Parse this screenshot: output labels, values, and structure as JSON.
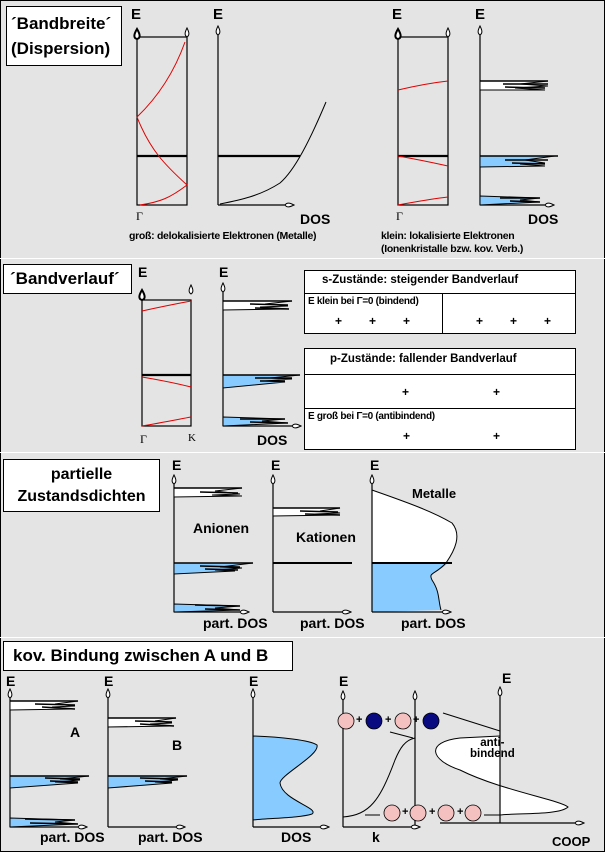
{
  "sections": {
    "bandbreite": {
      "title_line1": "´Bandbreite´",
      "title_line2": "(Dispersion)",
      "axis_E": "E",
      "gamma": "Γ",
      "dos": "DOS",
      "caption_large": "groß: delokalisierte Elektronen (Metalle)",
      "caption_small_line1": "klein: lokalisierte Elektronen",
      "caption_small_line2": "(Ionenkristalle bzw. kov. Verb.)"
    },
    "bandverlauf": {
      "title": "´Bandverlauf´",
      "axis_E": "E",
      "gamma": "Γ",
      "kappa": "K",
      "dos": "DOS",
      "s_table": {
        "header": "s-Zustände: steigender Bandverlauf",
        "left_label": "E klein bei Γ=0 (bindend)",
        "plus": "+"
      },
      "p_table": {
        "header": "p-Zustände: fallender Bandverlauf",
        "bottom_label": "E groß bei Γ=0 (antibindend)",
        "plus": "+"
      }
    },
    "partielle": {
      "title_line1": "partielle",
      "title_line2": "Zustandsdichten",
      "axis_E": "E",
      "anionen": "Anionen",
      "kationen": "Kationen",
      "metalle": "Metalle",
      "part_dos": "part. DOS"
    },
    "kov": {
      "title": "kov. Bindung zwischen A und B",
      "axis_E": "E",
      "label_A": "A",
      "label_B": "B",
      "part_dos": "part. DOS",
      "dos": "DOS",
      "k": "k",
      "coop": "COOP",
      "anti_line1": "anti-",
      "anti_line2": "bindend",
      "plus": "+"
    }
  },
  "colors": {
    "background": "#e4e4e4",
    "band_red": "#e00000",
    "filled_blue": "#88ccff",
    "orbital_pink": "#f5c0c0",
    "orbital_navy": "#0a0a80"
  }
}
